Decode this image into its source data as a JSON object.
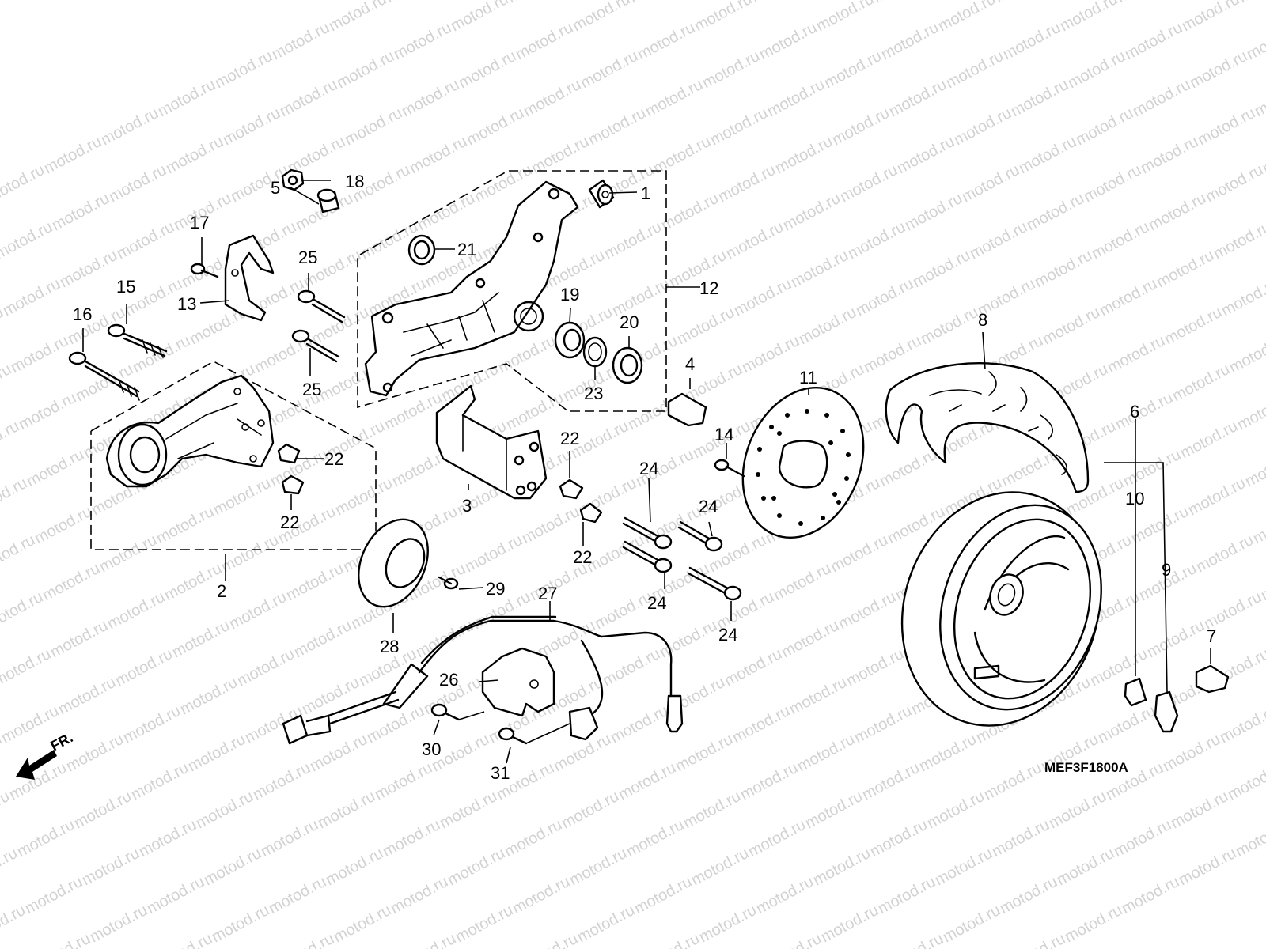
{
  "watermark": "motod.ru",
  "diagram_code": "MEF3F1800A",
  "direction_label": "FR.",
  "callouts": [
    {
      "id": "1",
      "label": "1"
    },
    {
      "id": "2",
      "label": "2"
    },
    {
      "id": "3",
      "label": "3"
    },
    {
      "id": "4",
      "label": "4"
    },
    {
      "id": "5",
      "label": "5"
    },
    {
      "id": "6",
      "label": "6"
    },
    {
      "id": "7",
      "label": "7"
    },
    {
      "id": "8",
      "label": "8"
    },
    {
      "id": "9",
      "label": "9"
    },
    {
      "id": "10",
      "label": "10"
    },
    {
      "id": "11",
      "label": "11"
    },
    {
      "id": "12",
      "label": "12"
    },
    {
      "id": "13",
      "label": "13"
    },
    {
      "id": "14",
      "label": "14"
    },
    {
      "id": "15",
      "label": "15"
    },
    {
      "id": "16",
      "label": "16"
    },
    {
      "id": "17",
      "label": "17"
    },
    {
      "id": "18",
      "label": "18"
    },
    {
      "id": "19",
      "label": "19"
    },
    {
      "id": "20",
      "label": "20"
    },
    {
      "id": "21",
      "label": "21"
    },
    {
      "id": "22a",
      "label": "22"
    },
    {
      "id": "22b",
      "label": "22"
    },
    {
      "id": "22c",
      "label": "22"
    },
    {
      "id": "22d",
      "label": "22"
    },
    {
      "id": "23",
      "label": "23"
    },
    {
      "id": "24a",
      "label": "24"
    },
    {
      "id": "24b",
      "label": "24"
    },
    {
      "id": "24c",
      "label": "24"
    },
    {
      "id": "24d",
      "label": "24"
    },
    {
      "id": "25a",
      "label": "25"
    },
    {
      "id": "25b",
      "label": "25"
    },
    {
      "id": "26",
      "label": "26"
    },
    {
      "id": "27",
      "label": "27"
    },
    {
      "id": "28",
      "label": "28"
    },
    {
      "id": "29",
      "label": "29"
    },
    {
      "id": "30",
      "label": "30"
    },
    {
      "id": "31",
      "label": "31"
    }
  ]
}
